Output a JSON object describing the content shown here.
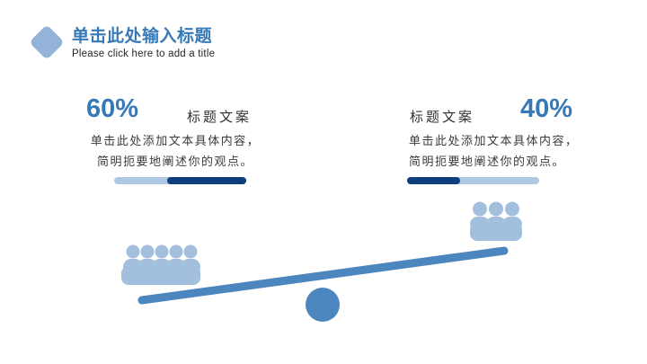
{
  "theme": {
    "accent-blue": "#3779B7",
    "diamond-blue": "#93B3D8",
    "light-blue": "#A3BFDE",
    "mid-blue": "#4C86BE",
    "navy": "#0E3E7C",
    "bar-track": "#AEC7E3",
    "text-dark": "#262626",
    "text-body": "#3B3B3B",
    "label-gray": "#333333"
  },
  "header": {
    "title": "单击此处输入标题",
    "subtitle": "Please click here to add a title"
  },
  "stats": {
    "left": {
      "percent": "60%",
      "label": "标题文案",
      "body_line1": "单击此处添加文本具体内容，",
      "body_line2": "简明扼要地阐述你的观点。",
      "progress": 60
    },
    "right": {
      "percent": "40%",
      "label": "标题文案",
      "body_line1": "单击此处添加文本具体内容，",
      "body_line2": "简明扼要地阐述你的观点。",
      "progress": 40
    }
  },
  "illustration": {
    "type": "seesaw-balance",
    "left_group_people": 5,
    "right_group_people": 3
  }
}
